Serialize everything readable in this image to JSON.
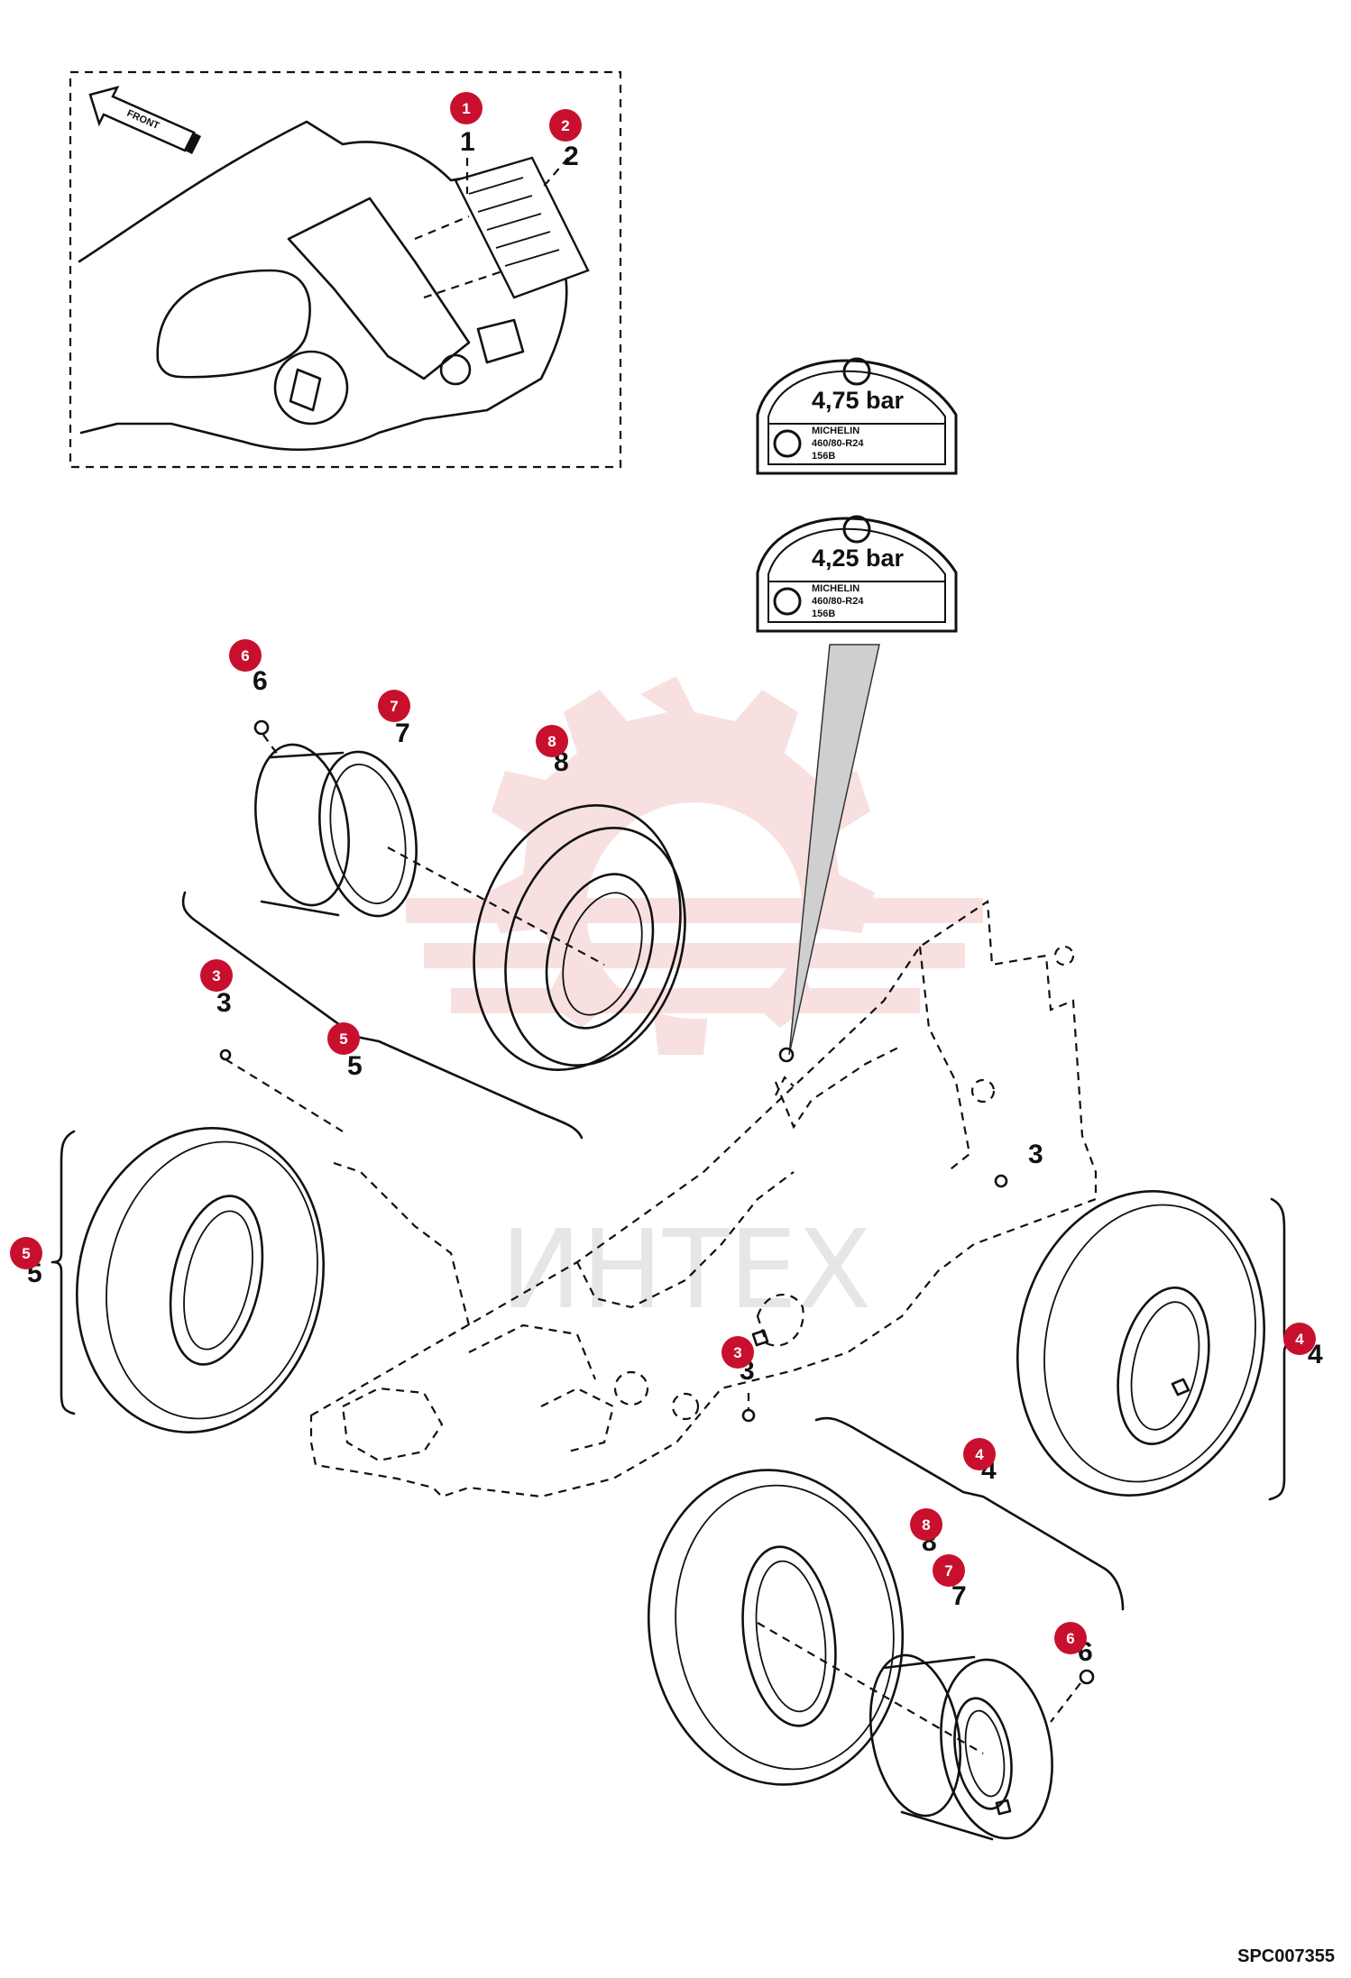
{
  "drawing": {
    "reference_code": "SPC007355",
    "watermark_text": "ИНТЕХ",
    "inset_arrow_label": "FRONT",
    "decals": [
      {
        "pressure": "4,75 bar",
        "line1": "MICHELIN",
        "line2": "460/80-R24",
        "line3": "156B"
      },
      {
        "pressure": "4,25 bar",
        "line1": "MICHELIN",
        "line2": "460/80-R24",
        "line3": "156B"
      }
    ],
    "callouts": [
      "1",
      "2",
      "3",
      "4",
      "5",
      "6",
      "7",
      "8"
    ],
    "colors": {
      "callout": "#c8102e",
      "line": "#111111",
      "watermark": "#f4c7c7"
    }
  }
}
